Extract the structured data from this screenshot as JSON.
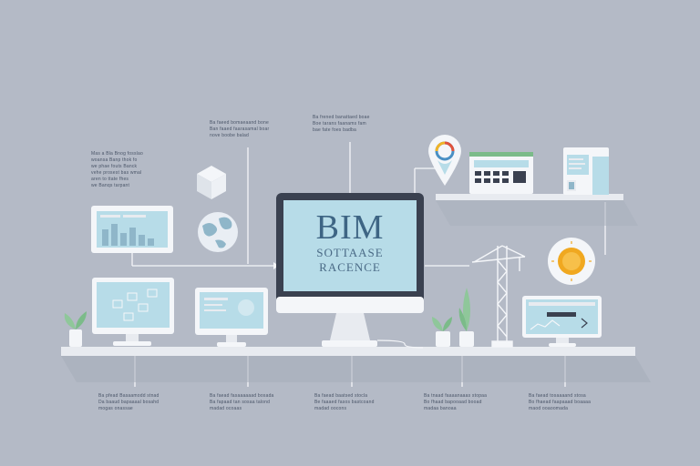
{
  "screen": {
    "title": "BIM",
    "subtitle_line1": "SOTTAASE",
    "subtitle_line2": "RACENCE"
  },
  "notes": {
    "top_left": "Mas a Bla Bnog fosslao\nwoansa Banp thok fo\nwe phae fouts Banck\nvehe prosest bas wmal\naren to ttate fhes\nwe Banqs tarpant",
    "top_center_left": "Ba faeed bomaeaand bone\nBan faaed faarasamal boar\nnove boobe balad",
    "top_center_right": "Ba frened banattaed boae\nBoe tarans faanams fam\nbae fate foes badba",
    "bottom_1": "Ba pfead Basaamodd stnad\nDa baaud bapaaaal bosahd\nmogas onassae",
    "bottom_2": "Ba faead fasaaaaaad bosada\nBa fapaad tan sosaa talond\nmadad ocoaas",
    "bottom_3": "Ba faead baatsed stocla\nBe faaaed fasos bastcoand\nmadad oocons",
    "bottom_4": "Ba tnaad faaaanaaas stopaa\nBo fhaad bapooaad booad\nmadaa banoaa",
    "bottom_5": "Ba faead tosaaaand stosa\nBo fhaead faapaaad boaaaa\nmaod ooaoomada"
  },
  "colors": {
    "background": "#b4bac6",
    "shelf": "#e8ebf0",
    "screen": "#b7dce8",
    "accent_orange": "#f0a820",
    "frame_dark": "#3a4150",
    "line": "#f4f6f9"
  },
  "icons": [
    "cube-icon",
    "globe-icon",
    "location-pin-icon",
    "keyboard-icon",
    "document-icon",
    "sun-dial-icon",
    "crane-icon",
    "plant-icon"
  ]
}
